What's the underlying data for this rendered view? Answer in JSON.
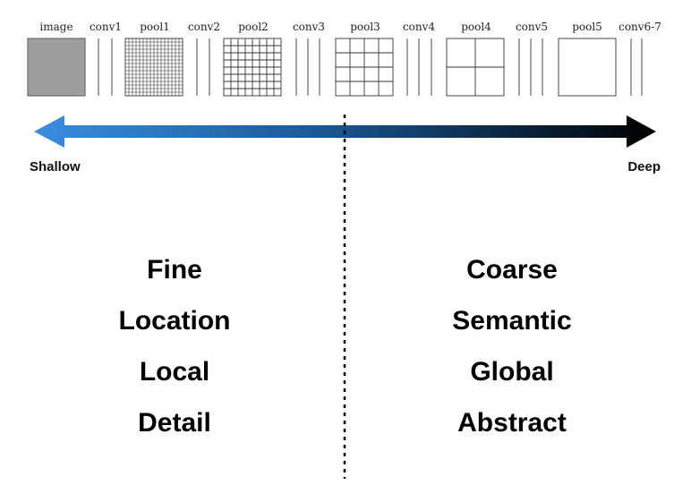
{
  "pipeline": {
    "stages": [
      {
        "label": "image",
        "kind": "grid",
        "divisions": 32
      },
      {
        "label": "conv1",
        "kind": "conv"
      },
      {
        "label": "pool1",
        "kind": "grid",
        "divisions": 16
      },
      {
        "label": "conv2",
        "kind": "conv"
      },
      {
        "label": "pool2",
        "kind": "grid",
        "divisions": 8
      },
      {
        "label": "conv3",
        "kind": "conv"
      },
      {
        "label": "pool3",
        "kind": "grid",
        "divisions": 4
      },
      {
        "label": "conv4",
        "kind": "conv"
      },
      {
        "label": "pool4",
        "kind": "grid",
        "divisions": 2
      },
      {
        "label": "conv5",
        "kind": "conv"
      },
      {
        "label": "pool5",
        "kind": "grid",
        "divisions": 1
      },
      {
        "label": "conv6-7",
        "kind": "conv"
      }
    ]
  },
  "axis": {
    "start_label": "Shallow",
    "end_label": "Deep",
    "start_color": "#3a8fe0",
    "end_color": "#000000"
  },
  "left_properties": [
    "Fine",
    "Location",
    "Local",
    "Detail"
  ],
  "right_properties": [
    "Coarse",
    "Semantic",
    "Global",
    "Abstract"
  ]
}
